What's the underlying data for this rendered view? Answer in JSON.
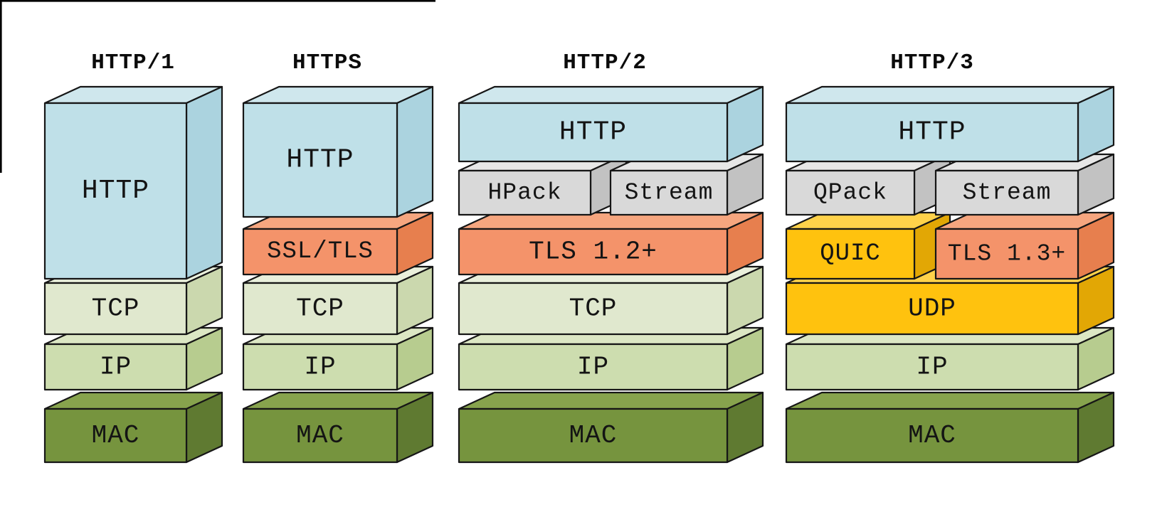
{
  "diagram": {
    "type": "protocol-stack-comparison",
    "palette": {
      "http_blue": "#BFE0E8",
      "tls_orange": "#F4936A",
      "frame_grey": "#D9D9D9",
      "tcp_green": "#E0E8CE",
      "ip_green": "#CDDDAF",
      "mac_green": "#76943E",
      "quic_gold": "#FFC20E",
      "outline_black": "#161616"
    },
    "columns": [
      {
        "title": "HTTP/1",
        "layers": [
          {
            "label": "HTTP",
            "color": "http_blue"
          },
          {
            "label": "TCP",
            "color": "tcp_green"
          },
          {
            "label": "IP",
            "color": "ip_green"
          },
          {
            "label": "MAC",
            "color": "mac_green"
          }
        ]
      },
      {
        "title": "HTTPS",
        "layers": [
          {
            "label": "HTTP",
            "color": "http_blue"
          },
          {
            "label": "SSL/TLS",
            "color": "tls_orange"
          },
          {
            "label": "TCP",
            "color": "tcp_green"
          },
          {
            "label": "IP",
            "color": "ip_green"
          },
          {
            "label": "MAC",
            "color": "mac_green"
          }
        ]
      },
      {
        "title": "HTTP/2",
        "layers": [
          {
            "label": "HTTP",
            "color": "http_blue"
          },
          {
            "label": "HPack",
            "color": "frame_grey"
          },
          {
            "label": "Stream",
            "color": "frame_grey"
          },
          {
            "label": "TLS 1.2+",
            "color": "tls_orange"
          },
          {
            "label": "TCP",
            "color": "tcp_green"
          },
          {
            "label": "IP",
            "color": "ip_green"
          },
          {
            "label": "MAC",
            "color": "mac_green"
          }
        ]
      },
      {
        "title": "HTTP/3",
        "layers": [
          {
            "label": "HTTP",
            "color": "http_blue"
          },
          {
            "label": "QPack",
            "color": "frame_grey"
          },
          {
            "label": "Stream",
            "color": "frame_grey"
          },
          {
            "label": "QUIC",
            "color": "quic_gold"
          },
          {
            "label": "TLS 1.3+",
            "color": "tls_orange"
          },
          {
            "label": "UDP",
            "color": "quic_gold"
          },
          {
            "label": "IP",
            "color": "ip_green"
          },
          {
            "label": "MAC",
            "color": "mac_green"
          }
        ]
      }
    ]
  }
}
